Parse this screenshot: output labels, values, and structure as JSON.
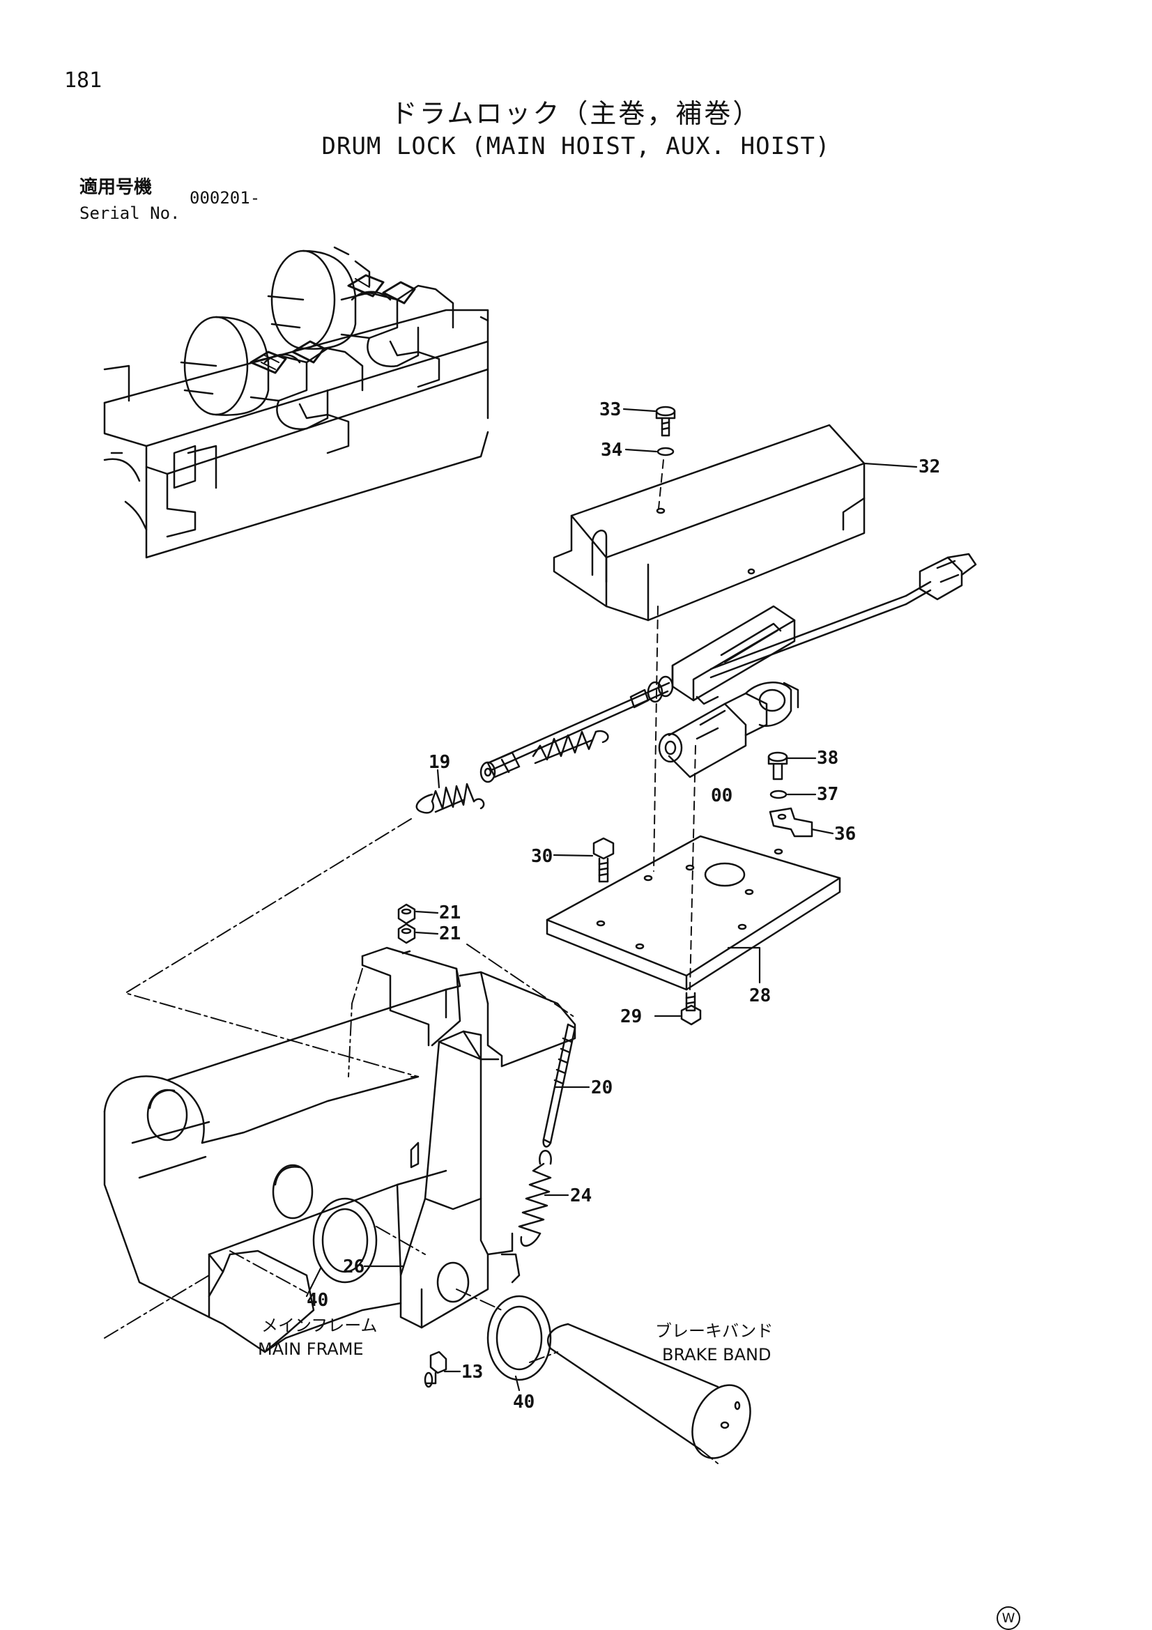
{
  "header": {
    "page_number": "181",
    "title_jp": "ドラムロック（主巻，補巻）",
    "title_en": "DRUM LOCK (MAIN HOIST, AUX. HOIST)",
    "serial_label_jp": "適用号機",
    "serial_label_en": "Serial No.",
    "serial_value": "000201-"
  },
  "callouts": {
    "c33": "33",
    "c34": "34",
    "c32": "32",
    "c38": "38",
    "c37": "37",
    "c36": "36",
    "c00": "00",
    "c19": "19",
    "c30": "30",
    "c21a": "21",
    "c21b": "21",
    "c28": "28",
    "c29": "29",
    "c20": "20",
    "c24": "24",
    "c26": "26",
    "c40a": "40",
    "c40b": "40",
    "c13": "13"
  },
  "area_labels": {
    "main_frame_jp": "メインフレーム",
    "main_frame_en": "MAIN FRAME",
    "brake_band_jp": "ブレーキバンド",
    "brake_band_en": "BRAKE BAND"
  },
  "footer": {
    "mark": "W"
  }
}
